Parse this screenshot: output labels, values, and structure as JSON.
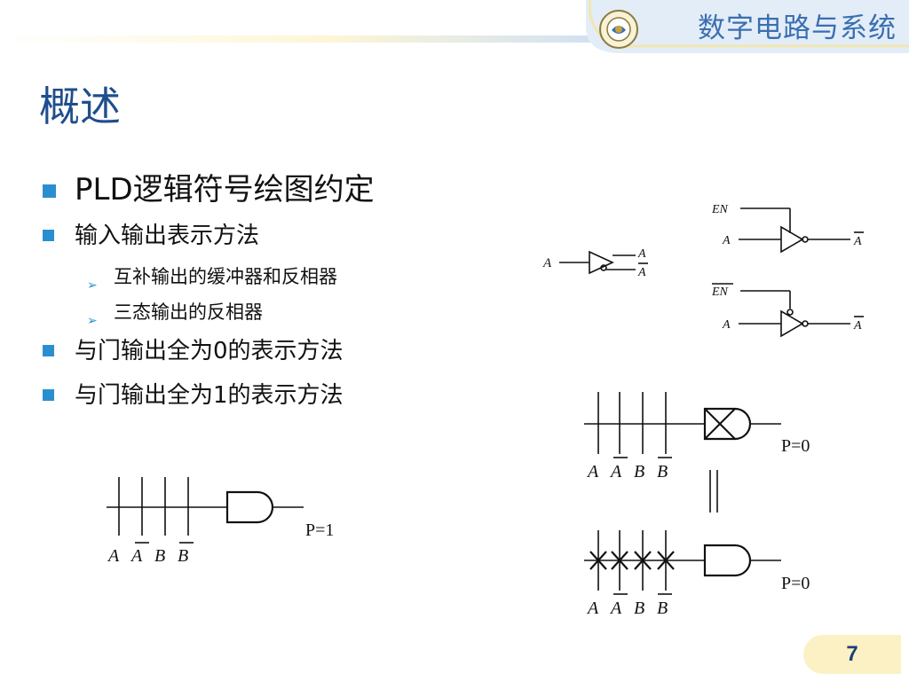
{
  "header": {
    "course_title": "数字电路与系统"
  },
  "slide": {
    "title": "概述",
    "page_number": "7",
    "bullets": [
      {
        "text": "PLD逻辑符号绘图约定"
      },
      {
        "text": "输入输出表示方法"
      },
      {
        "text": "互补输出的缓冲器和反相器"
      },
      {
        "text": "三态输出的反相器"
      },
      {
        "text": "与门输出全为0的表示方法"
      },
      {
        "text": "与门输出全为1的表示方法"
      }
    ]
  },
  "diagrams": {
    "buffer_in": "A",
    "buffer_out_a": "A",
    "buffer_out_abar": "A",
    "tristate_en": "EN",
    "tristate_enbar": "EN",
    "tristate_in": "A",
    "tristate_out": "A",
    "vars": [
      "A",
      "A",
      "B",
      "B"
    ],
    "and_p1_label": "P=1",
    "xor_p0_label": "P=0",
    "cross_p0_label": "P=0",
    "equiv": "||"
  },
  "colors": {
    "title": "#1f4e8c",
    "bullet": "#2a8fd0",
    "course": "#3a6fb0",
    "page_pill": "#fbf1c4"
  }
}
